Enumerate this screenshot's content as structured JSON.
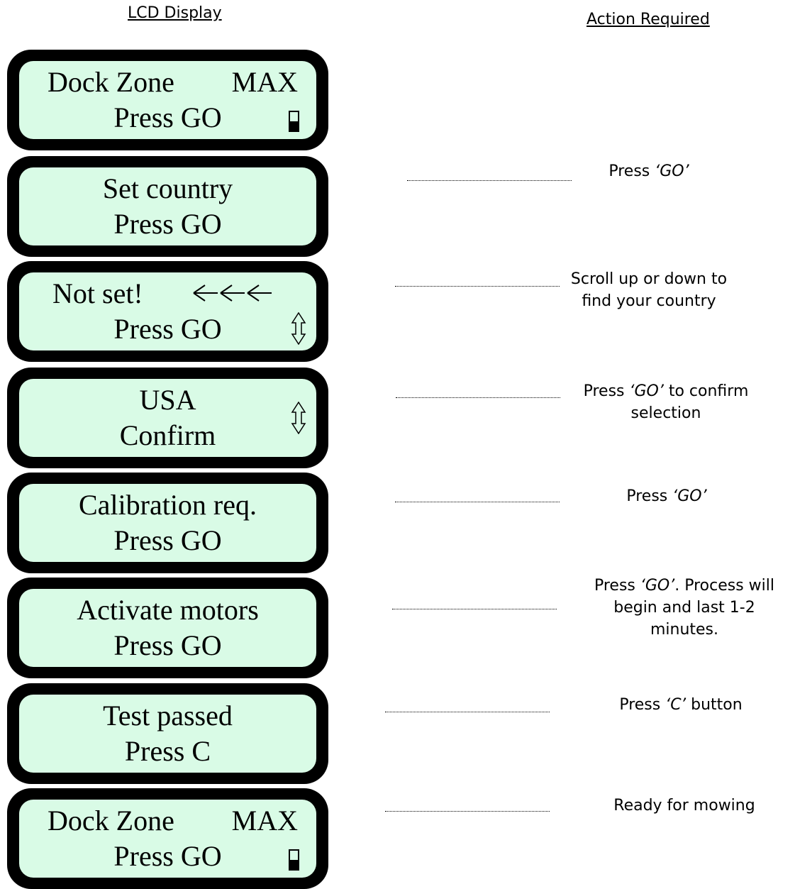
{
  "headers": {
    "lcd": "LCD Display",
    "action": "Action Required"
  },
  "displays": [
    {
      "line1": "Dock Zone",
      "line1_right": "MAX",
      "line2": "Press GO",
      "icon": "battery-icon",
      "battery_level": 0.5
    },
    {
      "line1": "Set country",
      "line2": "Press GO"
    },
    {
      "line1": "Not set!",
      "line2": "Press GO",
      "icon": "left-arrows-icon",
      "scroll_icon": "up-down-arrow-icon"
    },
    {
      "line1": "USA",
      "line2": "Confirm",
      "scroll_icon": "up-down-arrow-icon"
    },
    {
      "line1": "Calibration req.",
      "line2": "Press GO"
    },
    {
      "line1": "Activate motors",
      "line2": "Press GO"
    },
    {
      "line1": "Test passed",
      "line2": "Press C"
    },
    {
      "line1": "Dock Zone",
      "line1_right": "MAX",
      "line2": "Press GO",
      "icon": "battery-icon",
      "battery_level": 0.5
    }
  ],
  "actions": [
    {
      "pre": "Press ",
      "key": "‘GO’",
      "lines": []
    },
    {
      "lines": [
        "Scroll up or down to",
        "find your country"
      ]
    },
    {
      "pre": "Press ",
      "key": "‘GO’",
      "post": " to confirm",
      "lines": [
        "selection"
      ]
    },
    {
      "pre": "Press ",
      "key": "‘GO’",
      "lines": []
    },
    {
      "pre": "Press ",
      "key": "‘GO’",
      "post": ".  Process will",
      "lines": [
        "begin and last 1-2",
        "minutes."
      ]
    },
    {
      "pre": "Press ",
      "key": "‘C’",
      "post": " button",
      "lines": []
    },
    {
      "lines": [
        "Ready for mowing"
      ]
    }
  ]
}
